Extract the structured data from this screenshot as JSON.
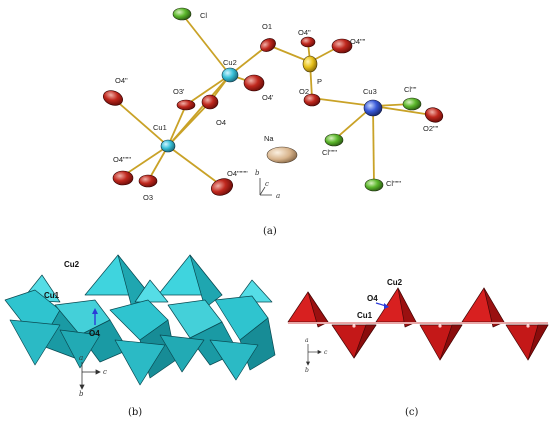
{
  "panel_a": {
    "caption": "(a)",
    "labels": [
      "Cl",
      "O1",
      "O4\"",
      "O4\"\"",
      "P",
      "Cu2",
      "O4'",
      "O4\"",
      "O3'",
      "O4",
      "O2",
      "Cu3",
      "Cl\"\"",
      "O2\"\"",
      "Cu1",
      "Na",
      "Cl\"\"\"",
      "Cl\"\"\"",
      "O4\"\"\"",
      "O4\"\"\"\"",
      "O3"
    ],
    "axes": {
      "b": "b",
      "c": "c",
      "a": "a"
    }
  },
  "panel_b": {
    "caption": "(b)",
    "labels": {
      "cu2": "Cu2",
      "cu1": "Cu1",
      "o4": "O4"
    },
    "axes": {
      "a": "a",
      "c": "c",
      "b": "b"
    },
    "colors": {
      "polyhedra": "#2fc4cf",
      "polyhedra_dark": "#1b8f98"
    }
  },
  "panel_c": {
    "caption": "(c)",
    "labels": {
      "cu2": "Cu2",
      "o4": "O4",
      "cu1": "Cu1"
    },
    "axes": {
      "a": "a",
      "c": "c",
      "b": "b"
    },
    "colors": {
      "triangles": "#cc1a1a",
      "triangles_dark": "#8a0d0d"
    }
  }
}
